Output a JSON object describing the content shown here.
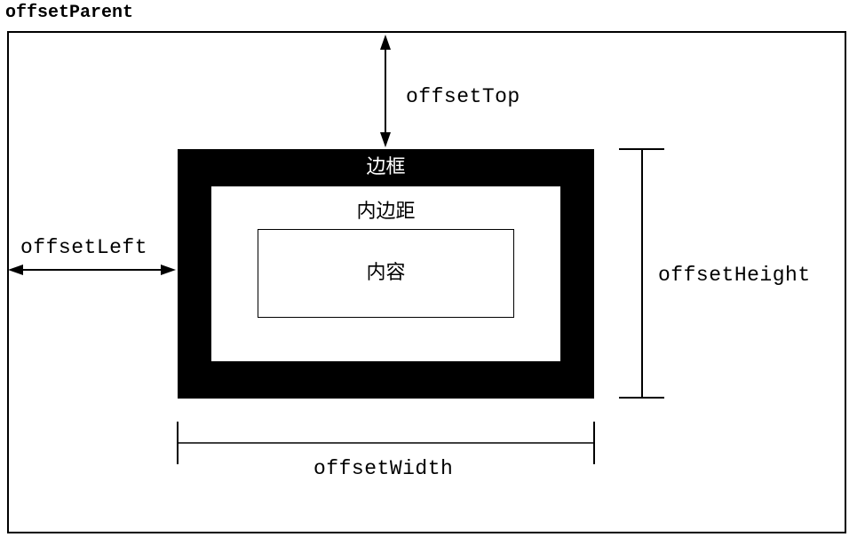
{
  "diagram": {
    "title": "offsetParent",
    "boxes": {
      "border": "边框",
      "padding": "内边距",
      "content": "内容"
    },
    "measurements": {
      "offset_top": "offsetTop",
      "offset_left": "offsetLeft",
      "offset_height": "offsetHeight",
      "offset_width": "offsetWidth"
    },
    "colors": {
      "stroke": "#000000",
      "background": "#ffffff",
      "border_fill": "#000000"
    }
  }
}
